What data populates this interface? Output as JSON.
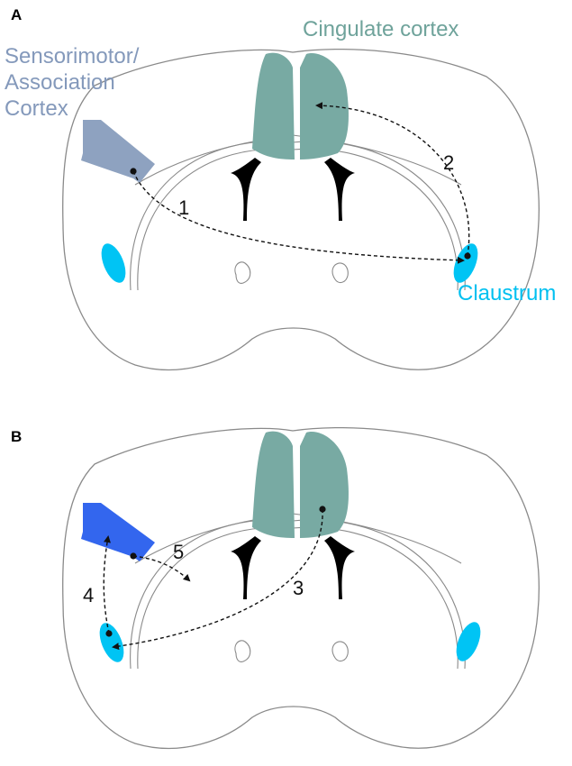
{
  "panels": {
    "a": {
      "label": "A"
    },
    "b": {
      "label": "B"
    }
  },
  "labels": {
    "sensorimotor_line1": "Sensorimotor/",
    "sensorimotor_line2": "Association",
    "sensorimotor_line3": "Cortex",
    "cingulate": "Cingulate cortex",
    "claustrum": "Claustrum"
  },
  "pathways": {
    "p1": "1",
    "p2": "2",
    "p3": "3",
    "p4": "4",
    "p5": "5"
  },
  "colors": {
    "sensorimotor_a": "#8ea2c0",
    "sensorimotor_b": "#3366ee",
    "cingulate": "#78aaa3",
    "claustrum": "#00c4f4",
    "sensorimotor_text": "#8499bb",
    "cingulate_text": "#6fa39b",
    "claustrum_text": "#00c0f0"
  }
}
